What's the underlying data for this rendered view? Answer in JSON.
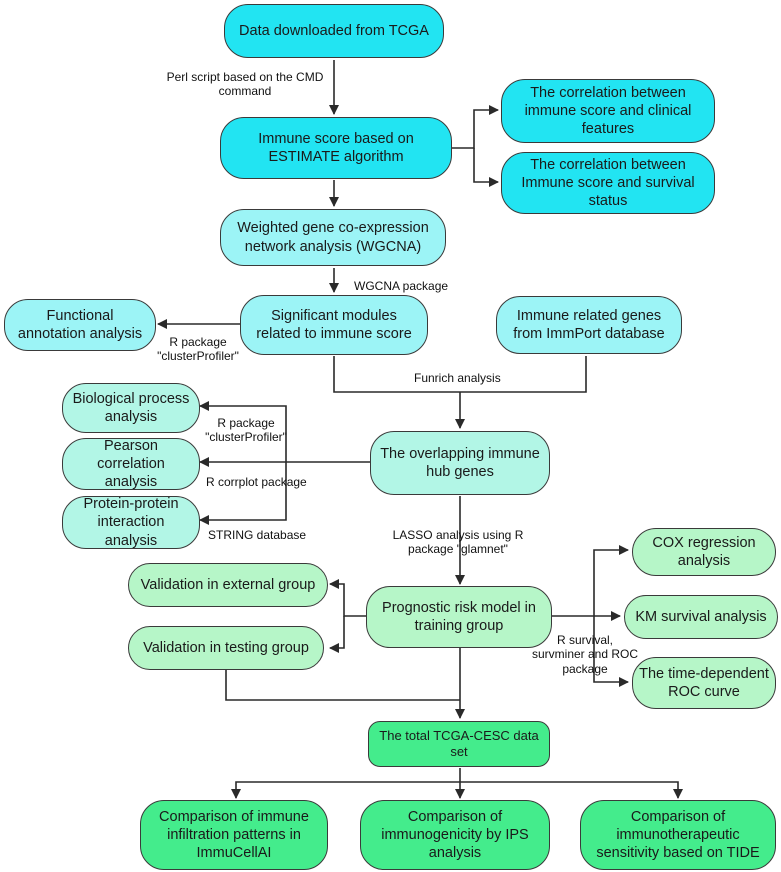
{
  "nodes": {
    "tcga": "Data downloaded from TCGA",
    "immune_score": "Immune score based on\nESTIMATE algorithm",
    "corr_clinical": "The correlation between\nimmune score and clinical\nfeatures",
    "corr_survival": "The correlation between\nImmune score and survival\nstatus",
    "wgcna": "Weighted gene co-expression\nnetwork analysis (WGCNA)",
    "functional": "Functional\nannotation analysis",
    "sig_modules": "Significant modules\nrelated to immune score",
    "immport": "Immune related genes\nfrom ImmPort database",
    "bio_process": "Biological process\nanalysis",
    "pearson": "Pearson correlation\nanalysis",
    "ppi": "Protein-protein\ninteraction\nanalysis",
    "hub_genes": "The overlapping immune\nhub genes",
    "val_external": "Validation in external group",
    "val_testing": "Validation in testing group",
    "prognostic": "Prognostic risk model in\ntraining group",
    "cox": "COX regression\nanalysis",
    "km": "KM survival analysis",
    "roc": "The time-dependent\nROC curve",
    "total_cesc": "The total TCGA-CESC data\nset",
    "cmp_immune": "Comparison of immune\ninfiltration patterns in\nImmuCellAI",
    "cmp_ips": "Comparison of\nimmunogenicity by IPS\nanalysis",
    "cmp_tide": "Comparison of\nimmunotherapeutic\nsensitivity based on TIDE"
  },
  "labels": {
    "perl": "Perl script based on the CMD\ncommand",
    "wgcna_pkg": "WGCNA package",
    "r_cluster_1": "R package\n\"clusterProfiler\"",
    "funrich": "Funrich analysis",
    "r_cluster_2": "R package\n\"clusterProfiler\"",
    "corrplot": "R corrplot package",
    "string": "STRING database",
    "lasso": "LASSO analysis using R\npackage \"glamnet\"",
    "r_survival": "R survival,\nsurvminer and ROC\npackage"
  },
  "colors": {
    "cyan": "#22e4f2",
    "light_cyan": "#9cf4f6",
    "mint": "#b2f6e6",
    "light_green": "#b6f6c8",
    "green": "#44ec8c",
    "stroke": "#3a3a3a"
  }
}
